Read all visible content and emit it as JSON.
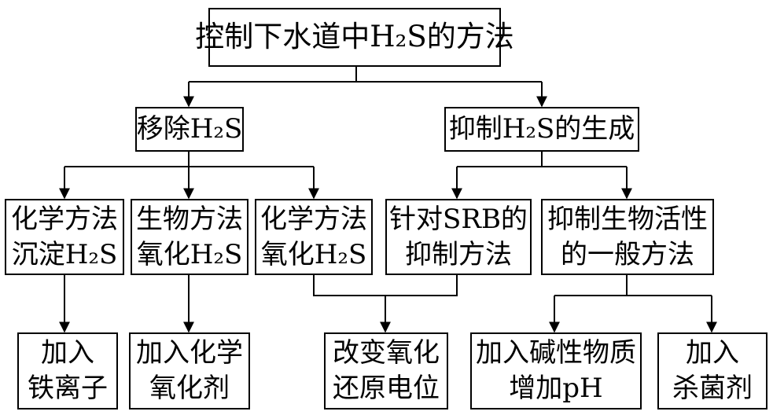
{
  "nodes": {
    "root": [
      "控制下水道中H₂S的方法"
    ],
    "remove": [
      "移除H₂S"
    ],
    "inhibit": [
      "抑制H₂S的生成"
    ],
    "chem_precip": [
      "化学方法",
      "沉淀H₂S"
    ],
    "bio_oxid": [
      "生物方法",
      "氧化H₂S"
    ],
    "chem_oxid": [
      "化学方法",
      "氧化H₂S"
    ],
    "srb": [
      "针对SRB的",
      "抑制方法"
    ],
    "general": [
      "抑制生物活性",
      "的一般方法"
    ],
    "iron": [
      "加入",
      "铁离子"
    ],
    "oxidant": [
      "加入化学",
      "氧化剂"
    ],
    "redox": [
      "改变氧化",
      "还原电位"
    ],
    "alkali": [
      "加入碱性物质",
      "增加pH"
    ],
    "biocide": [
      "加入",
      "杀菌剂"
    ]
  },
  "colors": {
    "line": "#000000",
    "box_border": "#000000",
    "background": "#ffffff"
  }
}
